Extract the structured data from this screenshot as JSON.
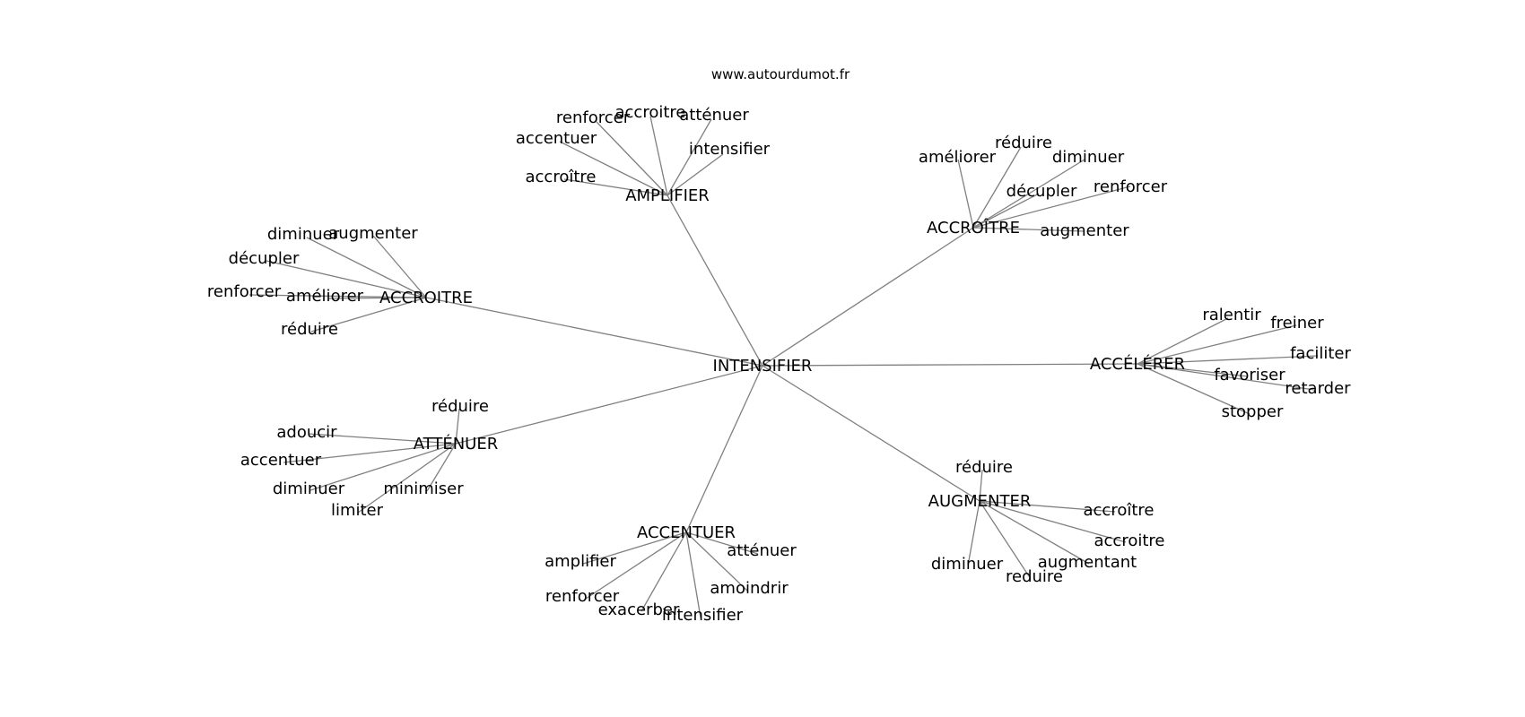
{
  "source": "www.autourdumot.fr",
  "root": "INTENSIFIER",
  "clusters": [
    {
      "hub": "AMPLIFIER",
      "leaves": [
        "renforcer",
        "accroitre",
        "atténuer",
        "accentuer",
        "intensifier",
        "accroître"
      ]
    },
    {
      "hub": "ACCROÎTRE",
      "leaves": [
        "améliorer",
        "réduire",
        "diminuer",
        "décupler",
        "renforcer",
        "augmenter"
      ]
    },
    {
      "hub": "ACCROITRE",
      "leaves": [
        "diminuer",
        "augmenter",
        "décupler",
        "renforcer",
        "améliorer",
        "réduire"
      ]
    },
    {
      "hub": "ACCÉLÉRER",
      "leaves": [
        "ralentir",
        "freiner",
        "faciliter",
        "favoriser",
        "retarder",
        "stopper"
      ]
    },
    {
      "hub": "ATTÉNUER",
      "leaves": [
        "réduire",
        "adoucir",
        "accentuer",
        "diminuer",
        "minimiser",
        "limiter"
      ]
    },
    {
      "hub": "AUGMENTER",
      "leaves": [
        "réduire",
        "accroître",
        "accroitre",
        "diminuer",
        "augmentant",
        "reduire"
      ]
    },
    {
      "hub": "ACCENTUER",
      "leaves": [
        "atténuer",
        "amplifier",
        "amoindrir",
        "renforcer",
        "exacerber",
        "intensifier"
      ]
    }
  ]
}
